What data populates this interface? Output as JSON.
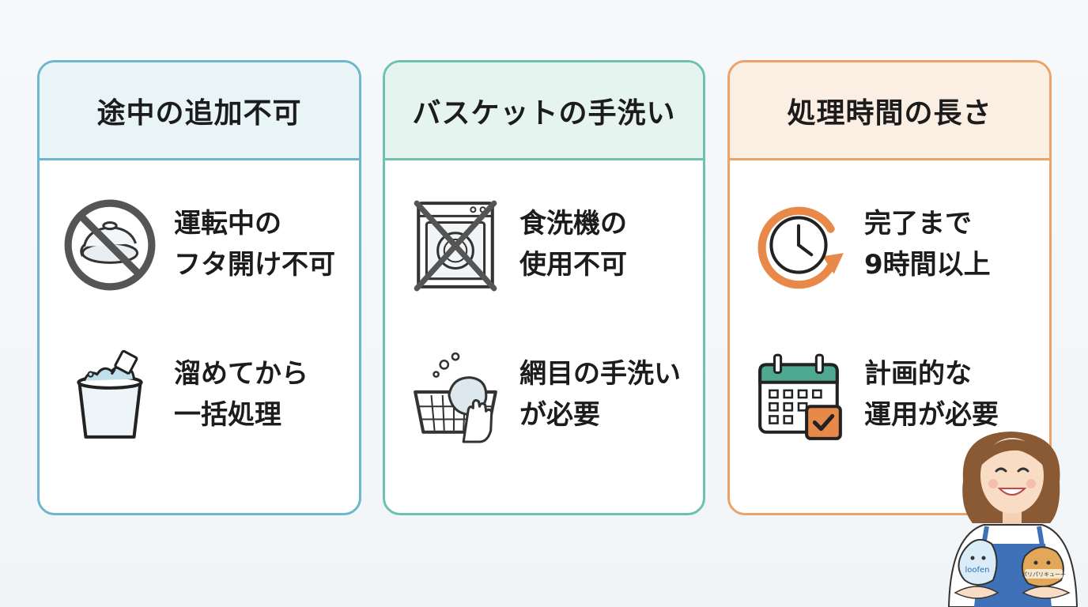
{
  "colors": {
    "blue_accent": "#6fb5cc",
    "green_accent": "#6ec2ac",
    "orange_accent": "#eba36a",
    "icon_orange": "#e8894a",
    "icon_teal": "#4fa890"
  },
  "cards": [
    {
      "title": "途中の追加不可",
      "items": [
        {
          "icon": "no-open-lid-icon",
          "line1": "運転中の",
          "line2": "フタ開け不可"
        },
        {
          "icon": "bucket-batch-icon",
          "line1": "溜めてから",
          "line2": "一括処理"
        }
      ]
    },
    {
      "title": "バスケットの手洗い",
      "items": [
        {
          "icon": "no-dishwasher-icon",
          "line1": "食洗機の",
          "line2": "使用不可"
        },
        {
          "icon": "hand-wash-basket-icon",
          "line1": "網目の手洗い",
          "line2": "が必要"
        }
      ]
    },
    {
      "title": "処理時間の長さ",
      "items": [
        {
          "icon": "clock-cycle-icon",
          "line1": "完了まで",
          "line2": "9時間以上"
        },
        {
          "icon": "calendar-check-icon",
          "line1": "計画的な",
          "line2": "運用が必要"
        }
      ]
    }
  ],
  "mascot": {
    "icon": "staff-character-icon",
    "left_plush": "loofen",
    "right_plush": "パリパリキューー"
  }
}
